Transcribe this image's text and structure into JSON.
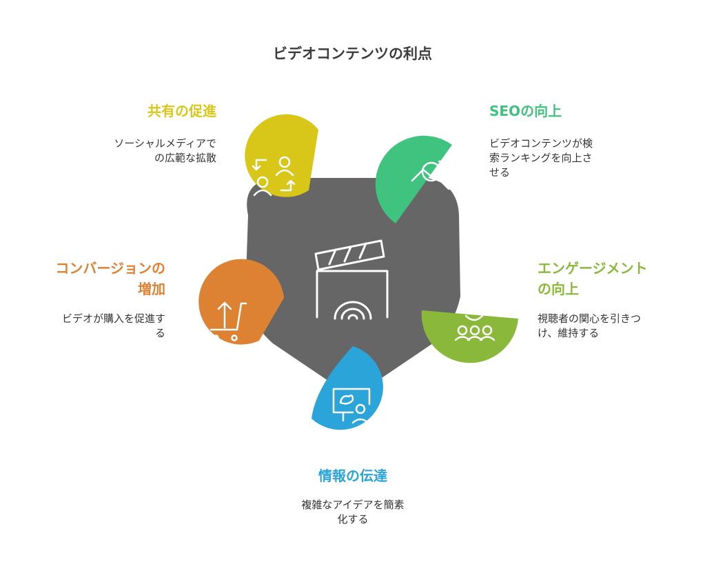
{
  "title": "ビデオコンテンツの利点",
  "colors": {
    "center": "#666666",
    "sharing": "#d8c619",
    "seo": "#3fc37e",
    "engagement": "#8ab83a",
    "information": "#2ba4d9",
    "conversion": "#dd8133"
  },
  "items": {
    "sharing": {
      "title": "共有の促進",
      "desc": [
        "ソーシャルメディアで",
        "の広範な拡散"
      ],
      "icon": "share-users-icon"
    },
    "seo": {
      "title": "SEOの向上",
      "desc": [
        "ビデオコンテンツが検",
        "索ランキングを向上さ",
        "せる"
      ],
      "icon": "search-trend-icon"
    },
    "engagement": {
      "title": [
        "エンゲージメント",
        "の向上"
      ],
      "desc": [
        "視聴者の関心を引きつ",
        "け、維持する"
      ],
      "icon": "audience-icon"
    },
    "information": {
      "title": "情報の伝達",
      "desc": [
        "複雑なアイデアを簡素",
        "化する"
      ],
      "icon": "presentation-icon"
    },
    "conversion": {
      "title": [
        "コンバージョンの",
        "増加"
      ],
      "desc": [
        "ビデオが購入を促進す",
        "る"
      ],
      "icon": "shopping-cart-icon"
    }
  },
  "center_icon": "clapperboard-icon"
}
